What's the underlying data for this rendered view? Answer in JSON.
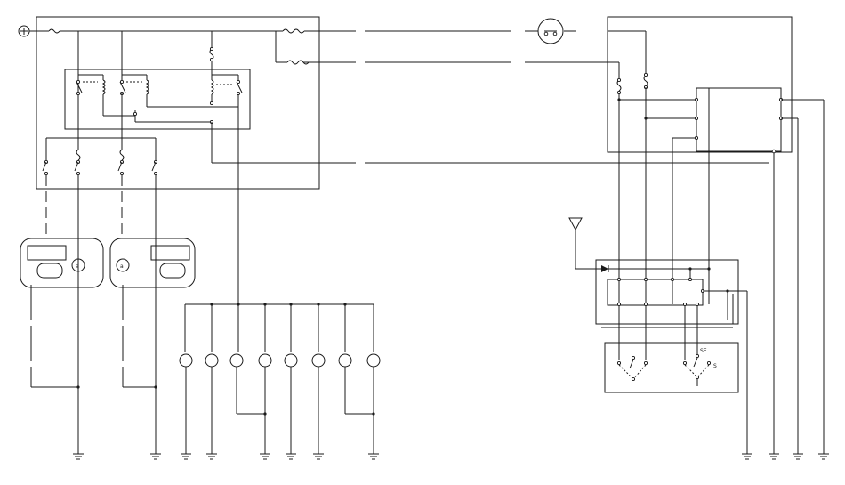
{
  "diagram": {
    "kind": "wiring-schematic",
    "supply_symbol": "+",
    "ground_symbol": "ground",
    "switch_labels": [
      "SE",
      "S"
    ],
    "colors": {
      "line": "#1a1a1a",
      "background": "#ffffff"
    }
  }
}
